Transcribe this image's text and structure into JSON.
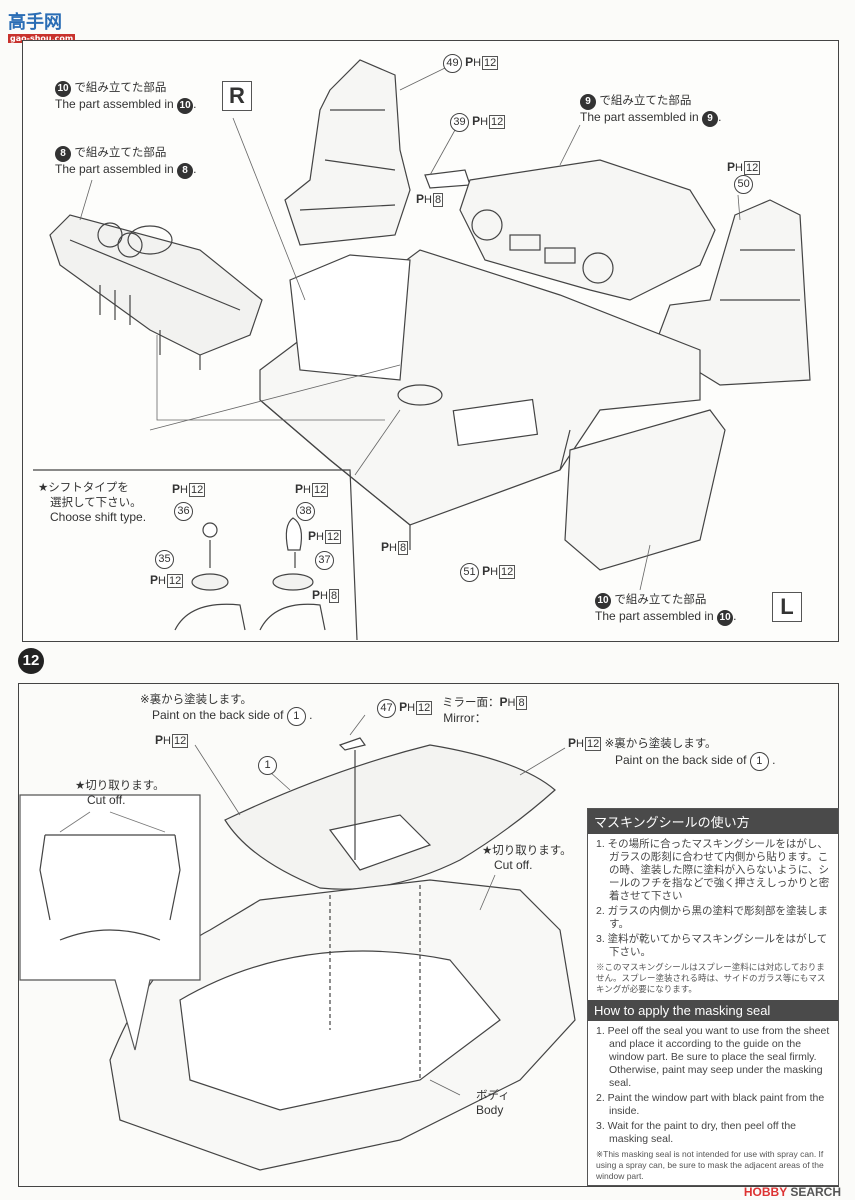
{
  "logo": {
    "text": "高手网",
    "url_text": "gao-shou.com"
  },
  "watermark": {
    "brand": "HOBBY",
    "suffix": "SEARCH"
  },
  "step11": {
    "part10_r": {
      "jp": "で組み立てた部品",
      "en": "The part assembled in",
      "num": "10",
      "side": "R"
    },
    "part8": {
      "jp": "で組み立てた部品",
      "en": "The part assembled in",
      "num": "8"
    },
    "part9": {
      "jp": "で組み立てた部品",
      "en": "The part assembled in",
      "num": "9"
    },
    "part10_l": {
      "jp": "で組み立てた部品",
      "en": "The part assembled in",
      "num": "10",
      "side": "L"
    },
    "callouts": [
      {
        "part": "49",
        "paint": "12"
      },
      {
        "part": "39",
        "paint": "12"
      },
      {
        "part": "",
        "paint": "8"
      },
      {
        "part": "50",
        "paint": "12"
      },
      {
        "part": "",
        "paint": "8"
      },
      {
        "part": "51",
        "paint": "12"
      }
    ],
    "shift": {
      "jp1": "★シフトタイプを",
      "jp2": "選択して下さい。",
      "en": "Choose shift type.",
      "callouts": [
        {
          "part": "36",
          "paint": "12"
        },
        {
          "part": "35",
          "paint": "12"
        },
        {
          "part": "38",
          "paint": "12"
        },
        {
          "part": "",
          "paint": "12"
        },
        {
          "part": "37",
          "paint": ""
        },
        {
          "part": "",
          "paint": "8"
        }
      ]
    }
  },
  "step12": {
    "number": "12",
    "back_paint_left": {
      "jp": "※裏から塗装します。",
      "en": "Paint on the back side of",
      "num": "1"
    },
    "mirror_part": {
      "part": "47",
      "paint": "12"
    },
    "mirror": {
      "jp": "ミラー面：",
      "en": "Mirror：",
      "paint": "8"
    },
    "left_paint": "12",
    "window_part": "1",
    "back_paint_right": {
      "paint": "12",
      "jp": "※裏から塗装します。",
      "en": "Paint on the back side of",
      "num": "1"
    },
    "cut_left": {
      "jp": "★切り取ります。",
      "en": "Cut off."
    },
    "cut_right": {
      "jp": "★切り取ります。",
      "en": "Cut off."
    },
    "body": {
      "jp": "ボディ",
      "en": "Body"
    }
  },
  "ph_label": "P",
  "ph_sub": "H",
  "masking_jp": {
    "title": "マスキングシールの使い方",
    "items": [
      "1. その場所に合ったマスキングシールをはがし、ガラスの彫刻に合わせて内側から貼ります。この時、塗装した際に塗料が入らないように、シールのフチを指などで強く押さえしっかりと密着させて下さい",
      "2. ガラスの内側から黒の塗料で彫刻部を塗装します。",
      "3. 塗料が乾いてからマスキングシールをはがして下さい。"
    ],
    "note": "※このマスキングシールはスプレー塗料には対応しておりません。スプレー塗装される時は、サイドのガラス等にもマスキングが必要になります。"
  },
  "masking_en": {
    "title": "How to apply the masking seal",
    "items": [
      "1. Peel off the seal you want to use from the sheet and place it according to the guide on the window part. Be sure to place the seal firmly. Otherwise, paint may seep under the masking seal.",
      "2. Paint the window part with black paint from the inside.",
      "3. Wait for the paint to dry, then peel off the masking seal."
    ],
    "note": "※This masking seal is not intended for use with spray can. If using a spray can, be sure to mask the adjacent areas of the window part."
  }
}
